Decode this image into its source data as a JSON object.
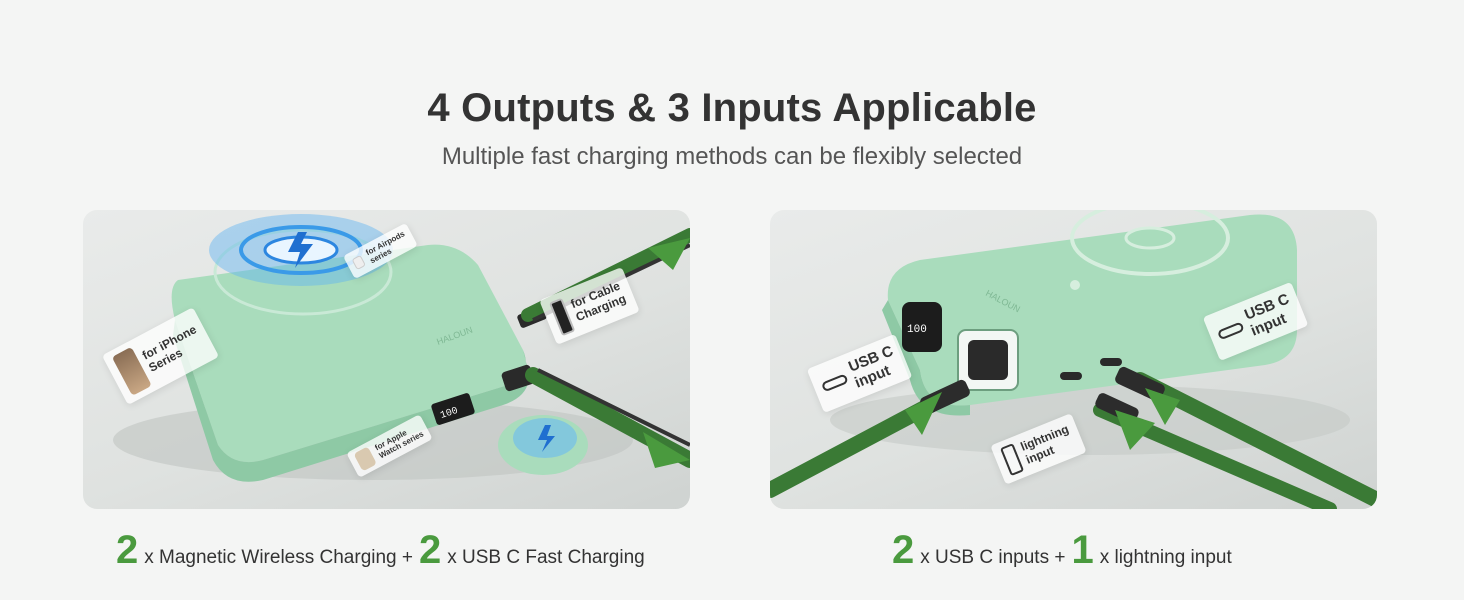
{
  "header": {
    "title": "4 Outputs & 3 Inputs Applicable",
    "subtitle": "Multiple fast charging methods can be flexibly selected"
  },
  "left_panel": {
    "brand": "HALOUN",
    "display_value": "100",
    "tags": {
      "airpods": "for Airpods\nseries",
      "iphone": "for iPhone\nSeries",
      "cable": "for Cable\nCharging",
      "watch": "for Apple\nWatch series"
    }
  },
  "right_panel": {
    "brand": "HALOUN",
    "display_value": "100",
    "tags": {
      "usbc_left": "USB C\ninput",
      "usbc_right": "USB C\ninput",
      "lightning": "lightning\ninput"
    }
  },
  "captions": {
    "left": {
      "n1": "2",
      "t1": "x Magnetic Wireless Charging +",
      "n2": "2",
      "t2": "x USB C Fast Charging"
    },
    "right": {
      "n1": "2",
      "t1": "x USB C inputs +",
      "n2": "1",
      "t2": "x lightning input"
    }
  },
  "colors": {
    "accent_green": "#4a9a3e",
    "device_mint": "#a9dcbc",
    "wireless_blue": "#2c86e0"
  },
  "icons": [
    "lightning-bolt-icon",
    "usb-c-port-icon",
    "lightning-cable-icon",
    "phone-icon",
    "watch-icon",
    "airpods-icon"
  ]
}
